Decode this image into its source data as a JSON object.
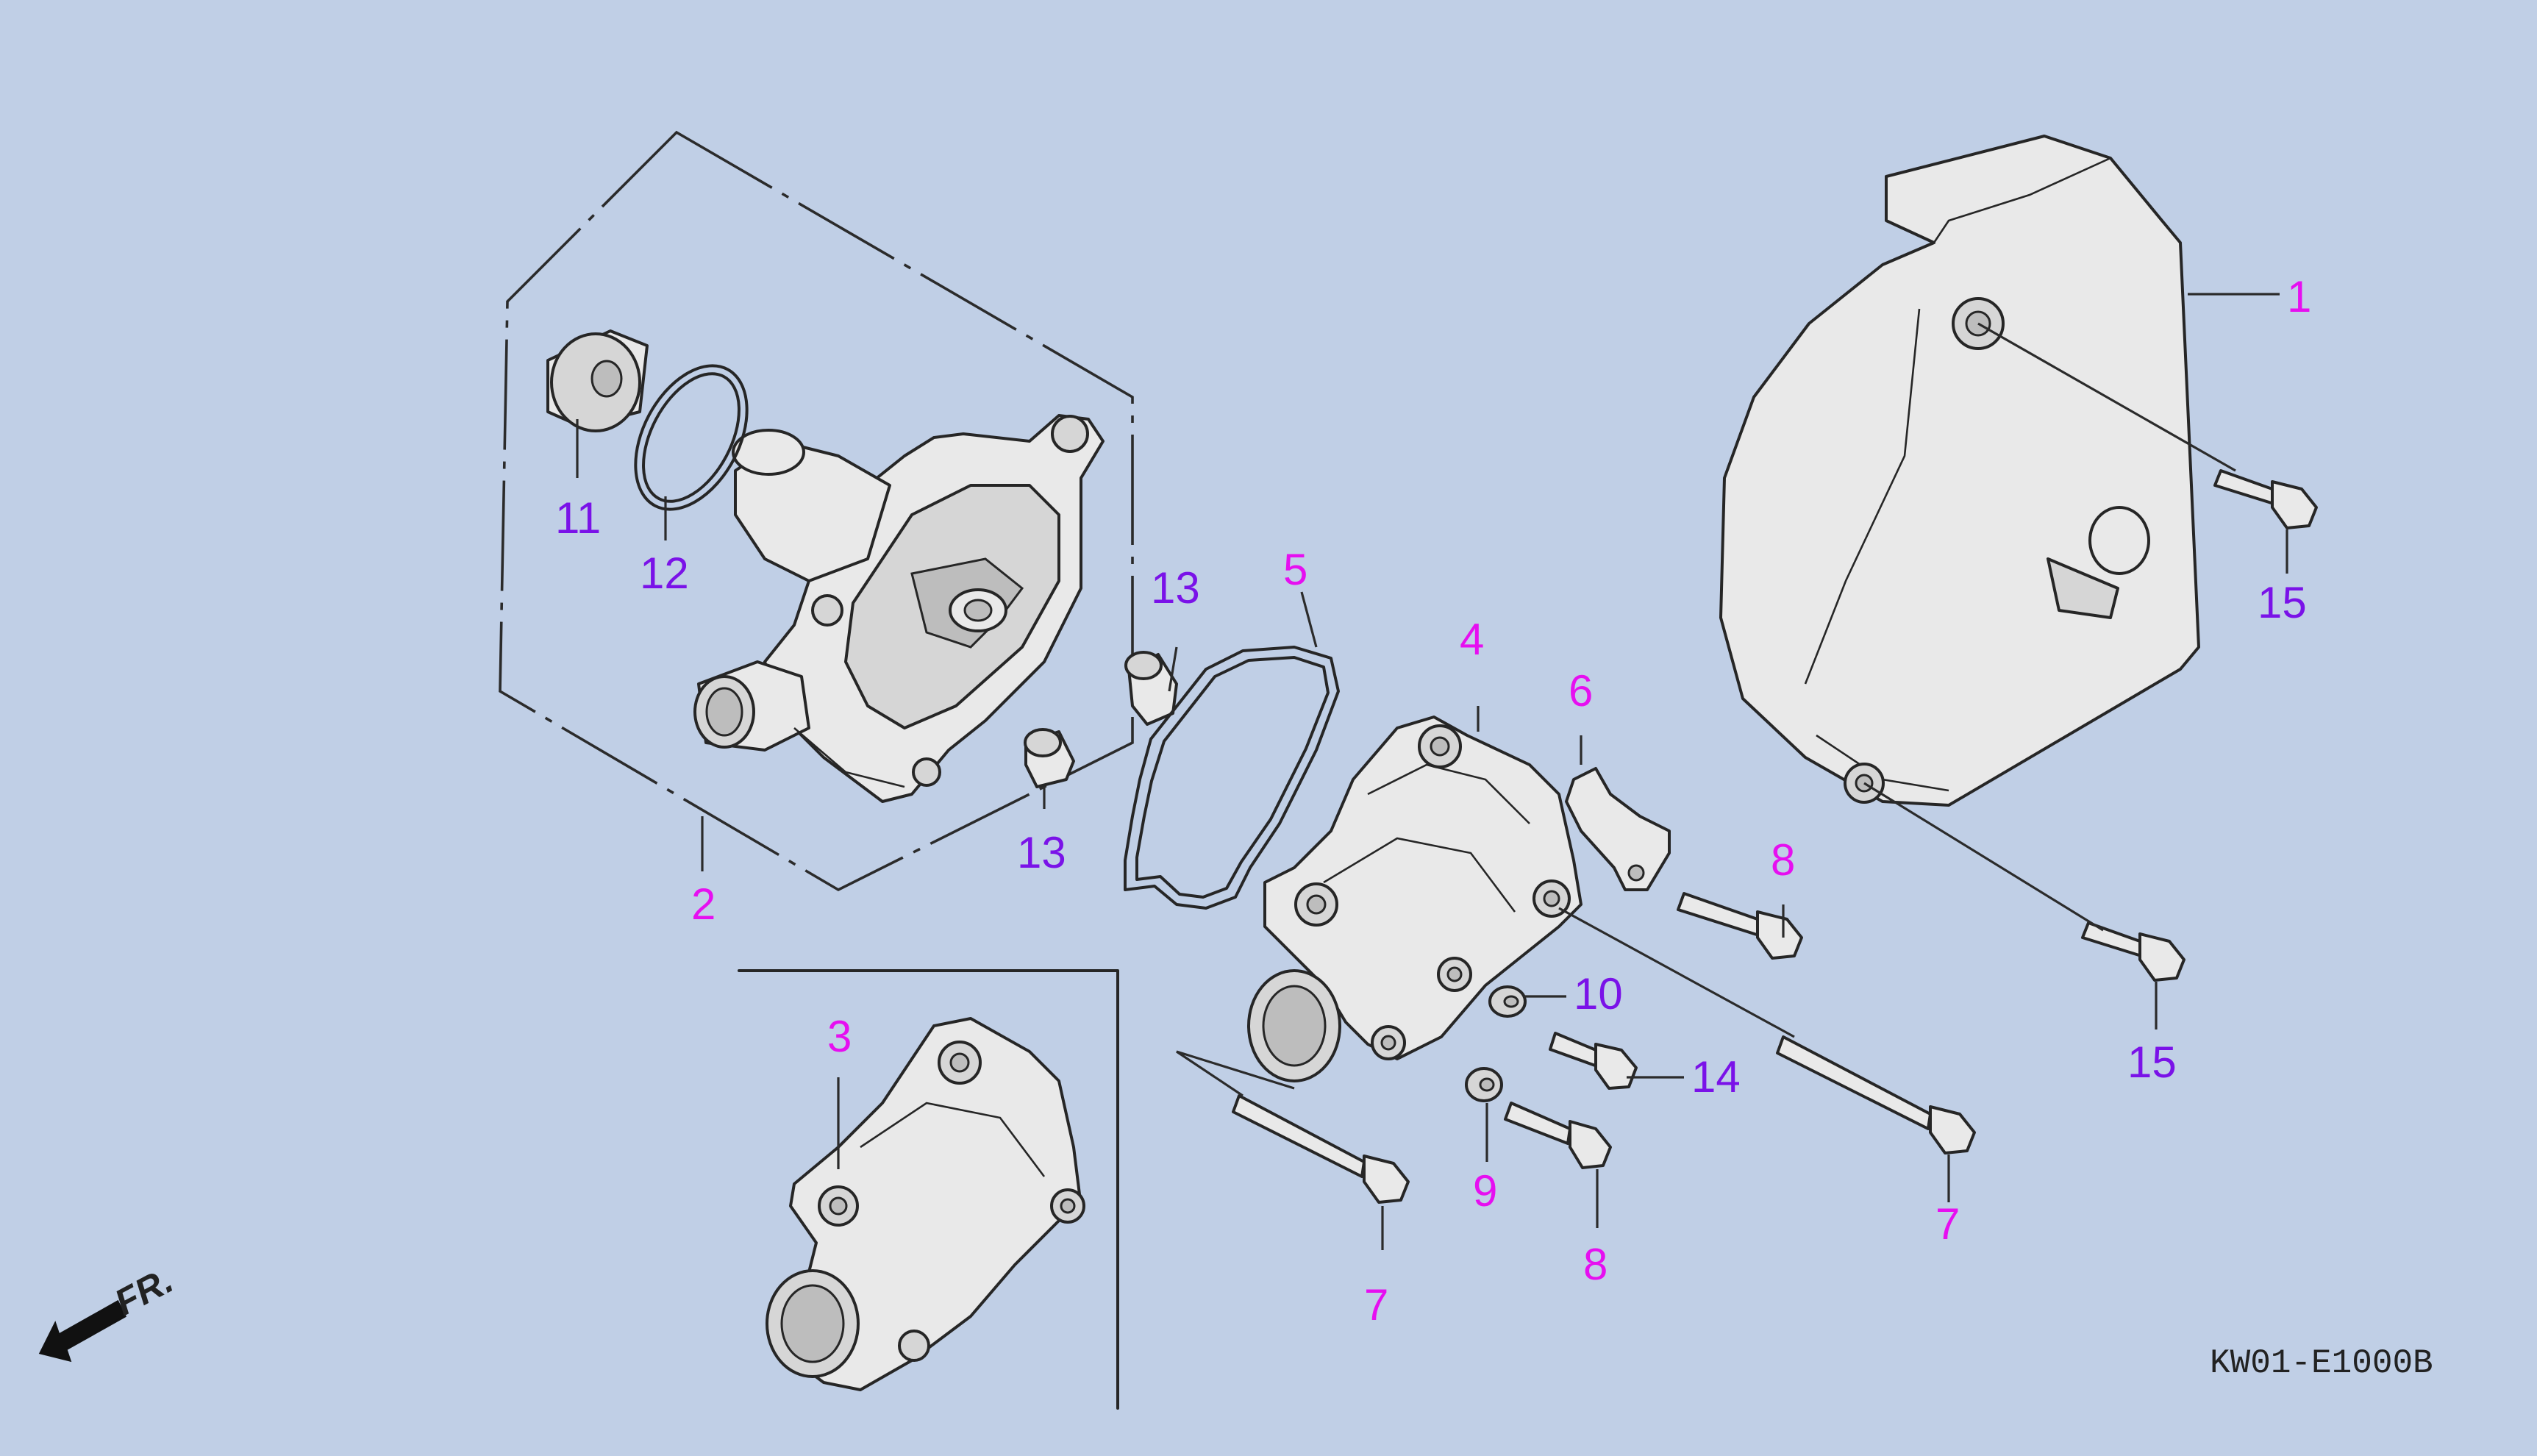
{
  "diagram": {
    "callouts": [
      {
        "id": "1",
        "label": "1",
        "color": "#e60ff0"
      },
      {
        "id": "2",
        "label": "2",
        "color": "#e60ff0"
      },
      {
        "id": "3",
        "label": "3",
        "color": "#e60ff0"
      },
      {
        "id": "4",
        "label": "4",
        "color": "#e60ff0"
      },
      {
        "id": "5",
        "label": "5",
        "color": "#e60ff0"
      },
      {
        "id": "6",
        "label": "6",
        "color": "#e60ff0"
      },
      {
        "id": "7a",
        "label": "7",
        "color": "#e60ff0"
      },
      {
        "id": "7b",
        "label": "7",
        "color": "#e60ff0"
      },
      {
        "id": "8a",
        "label": "8",
        "color": "#e60ff0"
      },
      {
        "id": "8b",
        "label": "8",
        "color": "#e60ff0"
      },
      {
        "id": "9",
        "label": "9",
        "color": "#e60ff0"
      },
      {
        "id": "10",
        "label": "10",
        "color": "#7a12e8"
      },
      {
        "id": "11",
        "label": "11",
        "color": "#7a12e8"
      },
      {
        "id": "12",
        "label": "12",
        "color": "#7a12e8"
      },
      {
        "id": "13a",
        "label": "13",
        "color": "#7a12e8"
      },
      {
        "id": "13b",
        "label": "13",
        "color": "#7a12e8"
      },
      {
        "id": "14",
        "label": "14",
        "color": "#7a12e8"
      },
      {
        "id": "15a",
        "label": "15",
        "color": "#7a12e8"
      },
      {
        "id": "15b",
        "label": "15",
        "color": "#7a12e8"
      }
    ],
    "direction_label": "FR.",
    "drawing_code": "KW01-E1000B",
    "colors": {
      "background": "#c0cfe6",
      "callout_primary": "#e60ff0",
      "callout_secondary": "#7a12e8",
      "line": "#262626"
    }
  }
}
